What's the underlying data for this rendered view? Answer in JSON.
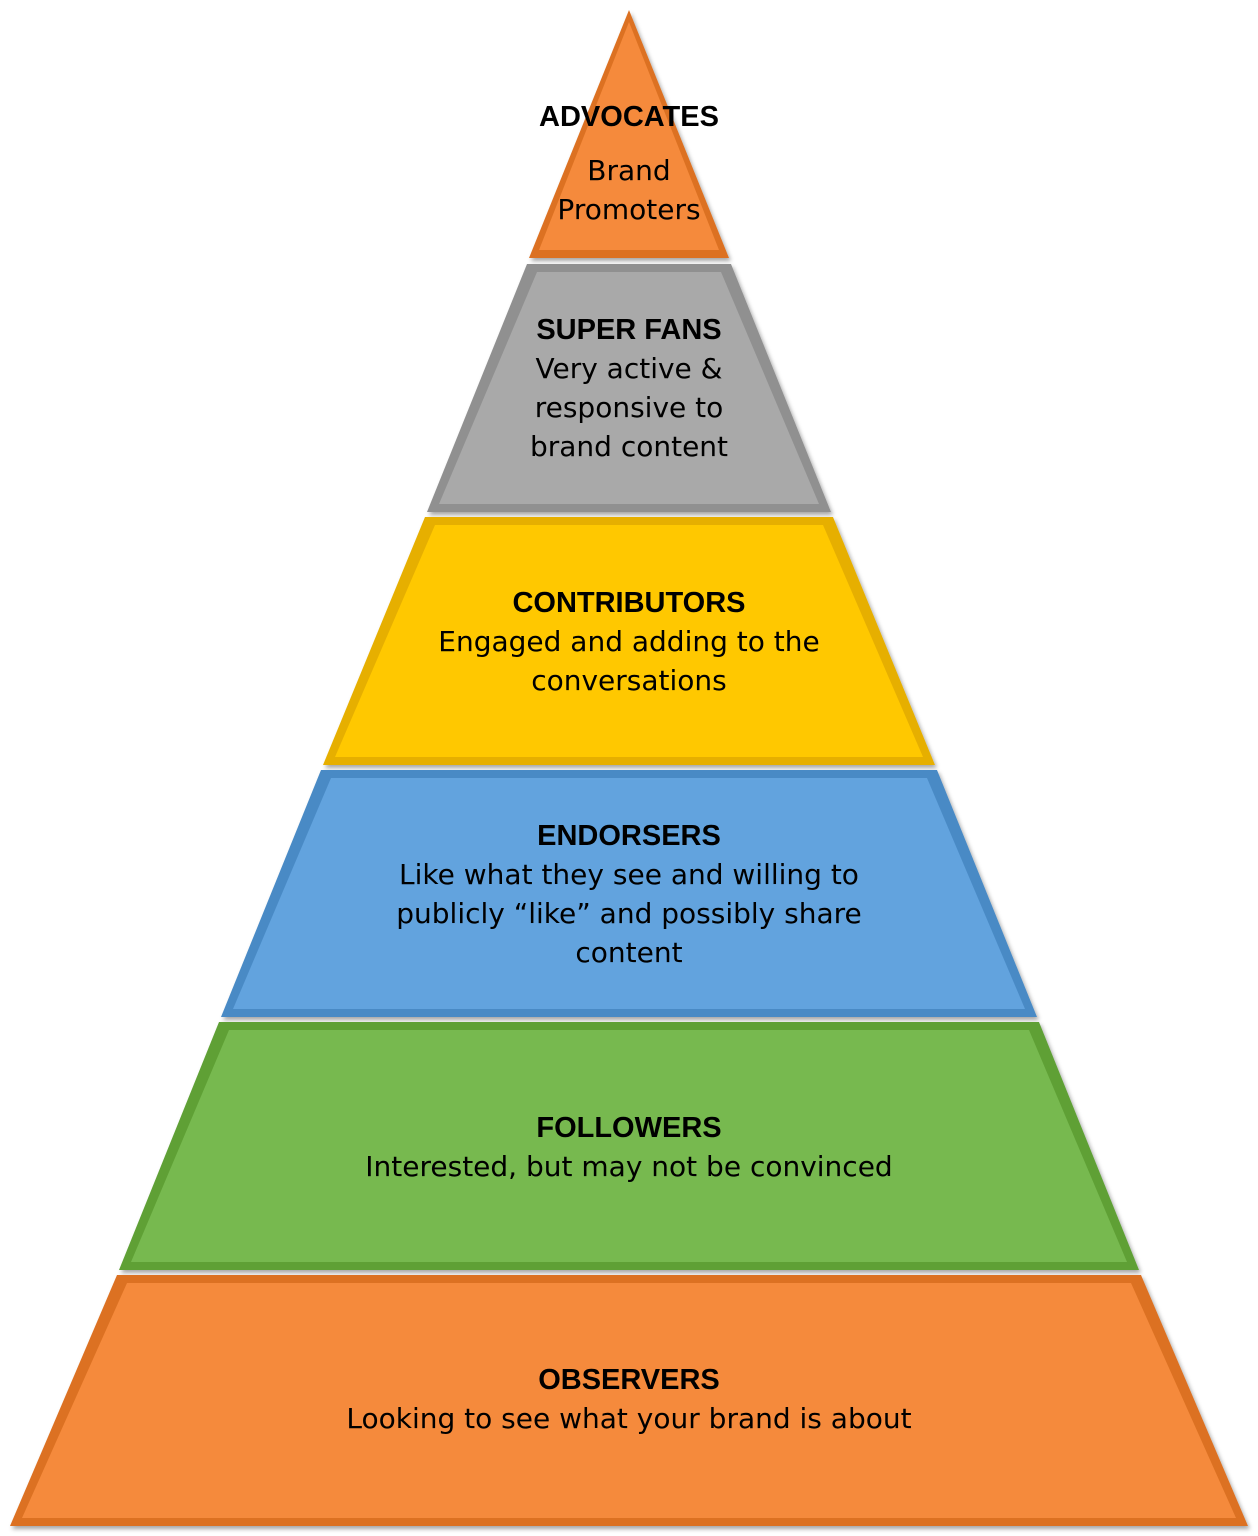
{
  "tiers": [
    {
      "title": "ADVOCATES",
      "description": [
        "Brand",
        "Promoters"
      ],
      "color": "#F58A3C"
    },
    {
      "title": "SUPER FANS",
      "description": [
        "Very active &",
        "responsive to",
        "brand content"
      ],
      "color": "#A9A9A9"
    },
    {
      "title": "CONTRIBUTORS",
      "description": [
        "Engaged and adding to the",
        "conversations"
      ],
      "color": "#FFC800"
    },
    {
      "title": "ENDORSERS",
      "description": [
        "Like what they see and willing to",
        "publicly “like” and possibly share",
        "content"
      ],
      "color": "#62A3DE"
    },
    {
      "title": "FOLLOWERS",
      "description": [
        "Interested, but may not be convinced"
      ],
      "color": "#77B94F"
    },
    {
      "title": "OBSERVERS",
      "description": [
        "Looking to see what your brand is about"
      ],
      "color": "#F58A3C"
    }
  ]
}
